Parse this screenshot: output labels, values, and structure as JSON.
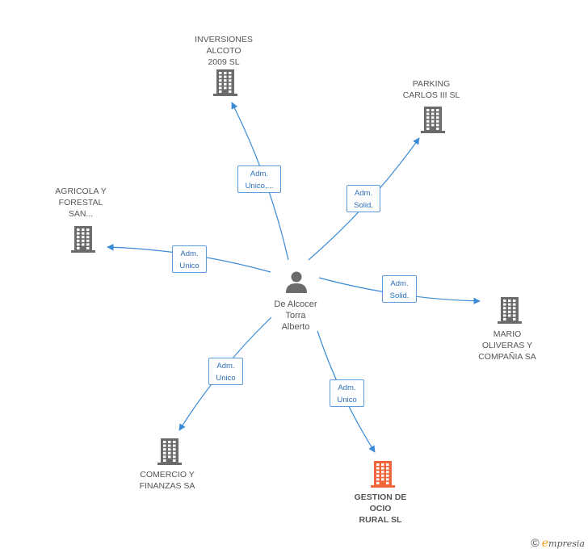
{
  "center": {
    "name_lines": [
      "De Alcocer",
      "Torra",
      "Alberto"
    ]
  },
  "companies": [
    {
      "id": "inversiones",
      "lines": [
        "INVERSIONES",
        "ALCOTO",
        "2009 SL"
      ],
      "highlight": false
    },
    {
      "id": "parking",
      "lines": [
        "PARKING",
        "CARLOS III SL"
      ],
      "highlight": false
    },
    {
      "id": "agricola",
      "lines": [
        "AGRICOLA Y",
        "FORESTAL",
        "SAN..."
      ],
      "highlight": false
    },
    {
      "id": "mario",
      "lines": [
        "MARIO",
        "OLIVERAS Y",
        "COMPAÑIA SA"
      ],
      "highlight": false
    },
    {
      "id": "comercio",
      "lines": [
        "COMERCIO Y",
        "FINANZAS SA"
      ],
      "highlight": false
    },
    {
      "id": "gestion",
      "lines": [
        "GESTION DE",
        "OCIO",
        "RURAL SL"
      ],
      "highlight": true
    }
  ],
  "relations": [
    {
      "to": "inversiones",
      "lines": [
        "Adm.",
        "Unico,..."
      ]
    },
    {
      "to": "parking",
      "lines": [
        "Adm.",
        "Solid."
      ]
    },
    {
      "to": "agricola",
      "lines": [
        "Adm.",
        "Unico"
      ]
    },
    {
      "to": "mario",
      "lines": [
        "Adm.",
        "Solid."
      ]
    },
    {
      "to": "comercio",
      "lines": [
        "Adm.",
        "Unico"
      ]
    },
    {
      "to": "gestion",
      "lines": [
        "Adm.",
        "Unico"
      ]
    }
  ],
  "colors": {
    "edge": "#3a8ad6",
    "building": "#6b6b6b",
    "highlight": "#f0653a",
    "person": "#6b6b6b"
  },
  "credit": {
    "symbol": "©",
    "brand_initial": "e",
    "brand_rest": "mpresia"
  }
}
